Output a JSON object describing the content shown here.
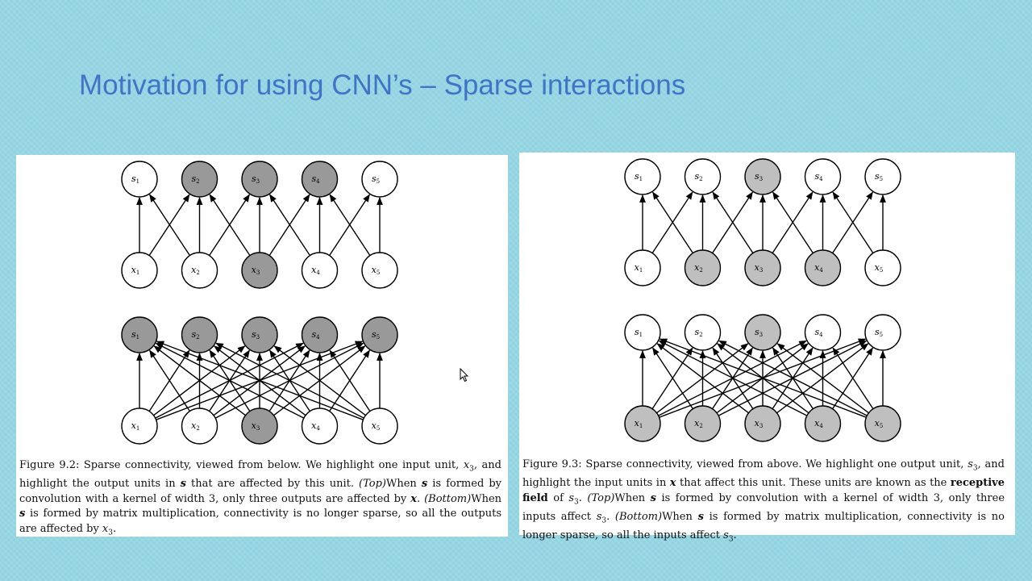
{
  "slide": {
    "title": "Motivation for using CNN’s – Sparse interactions"
  },
  "colors": {
    "background": "#8fd3e1",
    "title": "#3f74c7",
    "highlight_dark": "#999999",
    "highlight_light": "#bfbfbf",
    "node_plain": "#ffffff"
  },
  "figures": [
    {
      "id": "fig92",
      "highlight_color": "#999999",
      "top": {
        "out_labels": [
          "s1",
          "s2",
          "s3",
          "s4",
          "s5"
        ],
        "in_labels": [
          "x1",
          "x2",
          "x3",
          "x4",
          "x5"
        ],
        "out_highlight": [
          false,
          true,
          true,
          true,
          false
        ],
        "in_highlight": [
          false,
          false,
          true,
          false,
          false
        ],
        "edges": "sparse"
      },
      "bottom": {
        "out_labels": [
          "s1",
          "s2",
          "s3",
          "s4",
          "s5"
        ],
        "in_labels": [
          "x1",
          "x2",
          "x3",
          "x4",
          "x5"
        ],
        "out_highlight": [
          true,
          true,
          true,
          true,
          true
        ],
        "in_highlight": [
          false,
          false,
          true,
          false,
          false
        ],
        "edges": "dense"
      },
      "caption": [
        {
          "t": "Figure 9.2: Sparse connectivity, viewed from below. We highlight one input unit, "
        },
        {
          "t": "x",
          "s": "it"
        },
        {
          "t": "3",
          "s": "sub"
        },
        {
          "t": ", and highlight the output units in "
        },
        {
          "t": "s",
          "s": "bold it"
        },
        {
          "t": " that are affected by this unit. "
        },
        {
          "t": "(Top)",
          "s": "it"
        },
        {
          "t": "When "
        },
        {
          "t": "s",
          "s": "bold it"
        },
        {
          "t": " is formed by convolution with a kernel of width 3, only three outputs are affected by "
        },
        {
          "t": "x",
          "s": "bold it"
        },
        {
          "t": ". "
        },
        {
          "t": "(Bottom)",
          "s": "it"
        },
        {
          "t": "When "
        },
        {
          "t": "s",
          "s": "bold it"
        },
        {
          "t": " is formed by matrix multiplication, connectivity is no longer sparse, so all the outputs are affected by "
        },
        {
          "t": "x",
          "s": "it"
        },
        {
          "t": "3",
          "s": "sub"
        },
        {
          "t": "."
        }
      ]
    },
    {
      "id": "fig93",
      "highlight_color": "#bfbfbf",
      "top": {
        "out_labels": [
          "s1",
          "s2",
          "s3",
          "s4",
          "s5"
        ],
        "in_labels": [
          "x1",
          "x2",
          "x3",
          "x4",
          "x5"
        ],
        "out_highlight": [
          false,
          false,
          true,
          false,
          false
        ],
        "in_highlight": [
          false,
          true,
          true,
          true,
          false
        ],
        "edges": "sparse"
      },
      "bottom": {
        "out_labels": [
          "s1",
          "s2",
          "s3",
          "s4",
          "s5"
        ],
        "in_labels": [
          "x1",
          "x2",
          "x3",
          "x4",
          "x5"
        ],
        "out_highlight": [
          false,
          false,
          true,
          false,
          false
        ],
        "in_highlight": [
          true,
          true,
          true,
          true,
          true
        ],
        "edges": "dense"
      },
      "caption": [
        {
          "t": "Figure 9.3: Sparse connectivity, viewed from above. We highlight one output unit, "
        },
        {
          "t": "s",
          "s": "it"
        },
        {
          "t": "3",
          "s": "sub"
        },
        {
          "t": ", and highlight the input units in "
        },
        {
          "t": "x",
          "s": "bold it"
        },
        {
          "t": " that affect this unit. These units are known as the "
        },
        {
          "t": "receptive field",
          "s": "bold"
        },
        {
          "t": " of "
        },
        {
          "t": "s",
          "s": "it"
        },
        {
          "t": "3",
          "s": "sub"
        },
        {
          "t": ". "
        },
        {
          "t": "(Top)",
          "s": "it"
        },
        {
          "t": "When "
        },
        {
          "t": "s",
          "s": "bold it"
        },
        {
          "t": " is formed by convolution with a kernel of width 3, only three inputs affect "
        },
        {
          "t": "s",
          "s": "it"
        },
        {
          "t": "3",
          "s": "sub"
        },
        {
          "t": ". "
        },
        {
          "t": "(Bottom)",
          "s": "it"
        },
        {
          "t": "When "
        },
        {
          "t": "s",
          "s": "bold it"
        },
        {
          "t": " is formed by matrix multiplication, connectivity is no longer sparse, so all the inputs affect "
        },
        {
          "t": "s",
          "s": "it"
        },
        {
          "t": "3",
          "s": "sub"
        },
        {
          "t": "."
        }
      ]
    }
  ]
}
